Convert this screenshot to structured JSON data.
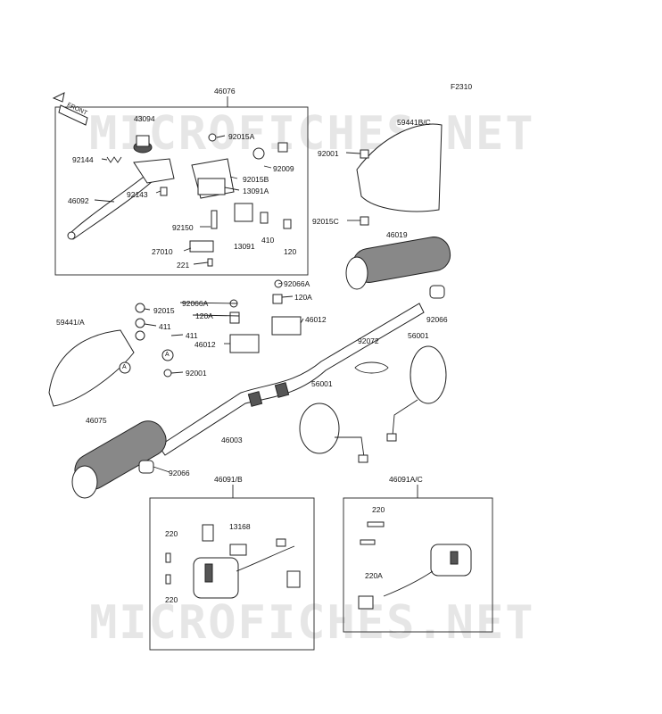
{
  "figure_code": "F2310",
  "watermark": "MICROFICHES.NET",
  "front_label": "FRONT",
  "callouts": {
    "c46076": "46076",
    "c43094": "43094",
    "c92015A_1": "92015A",
    "c92144": "92144",
    "c92009": "92009",
    "c92015B": "92015B",
    "c13091A": "13091A",
    "c92143": "92143",
    "c46092": "46092",
    "c92150": "92150",
    "c410": "410",
    "c13091": "13091",
    "c120_1": "120",
    "c27010": "27010",
    "c221": "221",
    "c59441BC": "59441B/C",
    "c92001_1": "92001",
    "c92015C": "92015C",
    "c46019": "46019",
    "c92066A_1": "92066A",
    "c120A_1": "120A",
    "c46012_1": "46012",
    "c92066_1": "92066",
    "c92066A_2": "92066A",
    "c92015": "92015",
    "c120A_2": "120A",
    "c59441A": "59441/A",
    "c411_1": "411",
    "c411_2": "411",
    "c46012_2": "46012",
    "c92001_2": "92001",
    "c92072": "92072",
    "c56001_1": "56001",
    "c56001_2": "56001",
    "c46075": "46075",
    "c46003": "46003",
    "c92066_2": "92066",
    "c46091B": "46091/B",
    "c46091AC": "46091A/C",
    "c13168": "13168",
    "c220_1": "220",
    "c220_2": "220",
    "c220_3": "220",
    "c220A": "220A",
    "markerA_1": "A",
    "markerA_2": "A"
  }
}
